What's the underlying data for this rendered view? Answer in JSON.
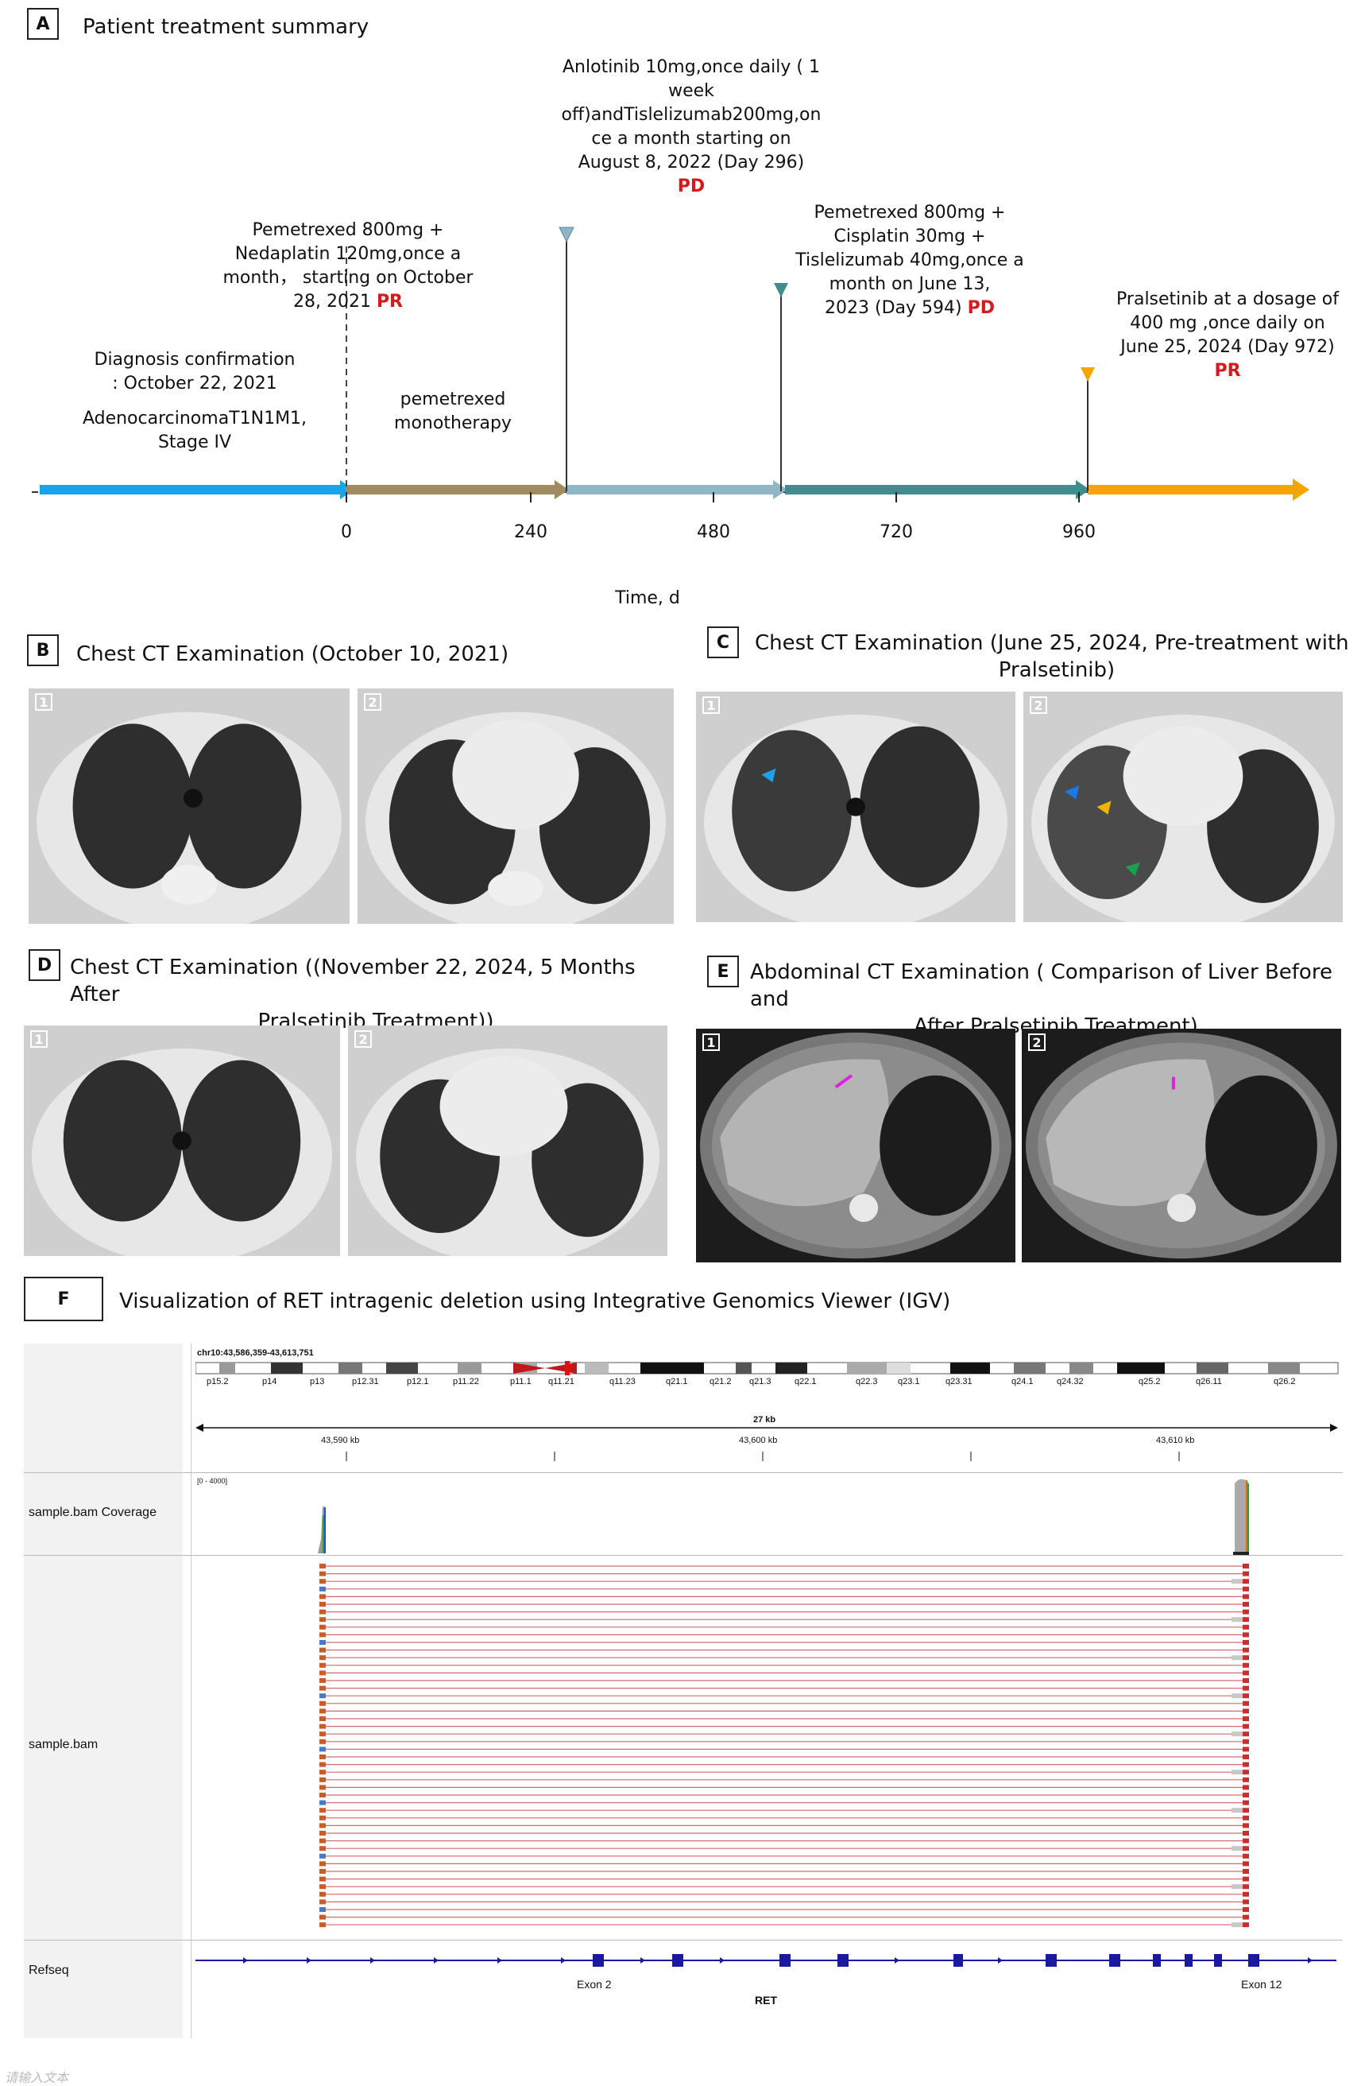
{
  "panelA": {
    "letter": "A",
    "title": "Patient treatment summary",
    "axis_label": "Time, d",
    "ticks": [
      "0",
      "240",
      "480",
      "720",
      "960"
    ],
    "annotations": {
      "diagnosis": "Diagnosis confirmation",
      "diagnosis_date": ":   October 22, 2021",
      "adeno": "AdenocarcinomaT1N1M1,",
      "stage": "Stage IV",
      "pemetrexed1": "Pemetrexed 800mg +",
      "nedaplatin": "Nedaplatin 120mg,once a",
      "month_start": "month， starting on  October",
      "oct28": "28, 2021",
      "pr1": "PR",
      "pem_mono1": "pemetrexed",
      "pem_mono2": "monotherapy",
      "anlo1": "Anlotinib 10mg,once daily ( 1",
      "anlo2": "week",
      "anlo3": "off)andTislelizumab200mg,on",
      "anlo4": "ce a month starting on",
      "anlo5": "August 8, 2022  (Day 296)",
      "pd1": "PD",
      "pem2_1": "Pemetrexed 800mg +",
      "pem2_2": "Cisplatin 30mg +",
      "pem2_3": "Tislelizumab 40mg,once a",
      "pem2_4": "month on June 13,",
      "pem2_5": "2023  (Day 594)",
      "pd2": "PD",
      "pral1": "Pralsetinib at a dosage of",
      "pral2": "400 mg ,once daily on",
      "pral3": "June 25, 2024  (Day 972)",
      "pr2": "PR"
    },
    "colors": {
      "diagnosis": "#1aa3e8",
      "pem_mono": "#a08a62",
      "anlo": "#8fb6c4",
      "pem2": "#3f8d8f",
      "pral": "#f6a400"
    }
  },
  "panelB": {
    "letter": "B",
    "title": "Chest CT Examination (October 10, 2021)",
    "img1": "1",
    "img2": "2"
  },
  "panelC": {
    "letter": "C",
    "title1": "Chest CT Examination  (June 25, 2024, Pre-treatment with",
    "title2": "Pralsetinib)",
    "img1": "1",
    "img2": "2"
  },
  "panelD": {
    "letter": "D",
    "title1": "Chest CT Examination ((November 22, 2024, 5 Months After",
    "title2": "Pralsetinib Treatment))",
    "img1": "1",
    "img2": "2"
  },
  "panelE": {
    "letter": "E",
    "title1": "Abdominal CT Examination ( Comparison of Liver Before and",
    "title2": "After Pralsetinib Treatment)",
    "img1": "1",
    "img2": "2"
  },
  "panelF": {
    "letter": "F",
    "title": "Visualization of RET intragenic deletion using Integrative Genomics Viewer (IGV)",
    "locus": "chr10:43,586,359-43,613,751",
    "bands": [
      "p15.2",
      "p14",
      "p13",
      "p12.31",
      "p12.1",
      "p11.22",
      "p11.1",
      "q11.21",
      "q11.23",
      "q21.1",
      "q21.2",
      "q21.3",
      "q22.1",
      "q22.3",
      "q23.1",
      "q23.31",
      "q24.1",
      "q24.32",
      "q25.2",
      "q26.11",
      "q26.2"
    ],
    "span": "27 kb",
    "positions": [
      "43,590 kb",
      "43,600 kb",
      "43,610 kb"
    ],
    "coverage_track": "sample.bam Coverage",
    "coverage_range": "[0 - 4000]",
    "bam_track": "sample.bam",
    "refseq_track": "Refseq",
    "exon2": "Exon 2",
    "exon12": "Exon 12",
    "gene": "RET"
  },
  "watermark": "请输入文本"
}
